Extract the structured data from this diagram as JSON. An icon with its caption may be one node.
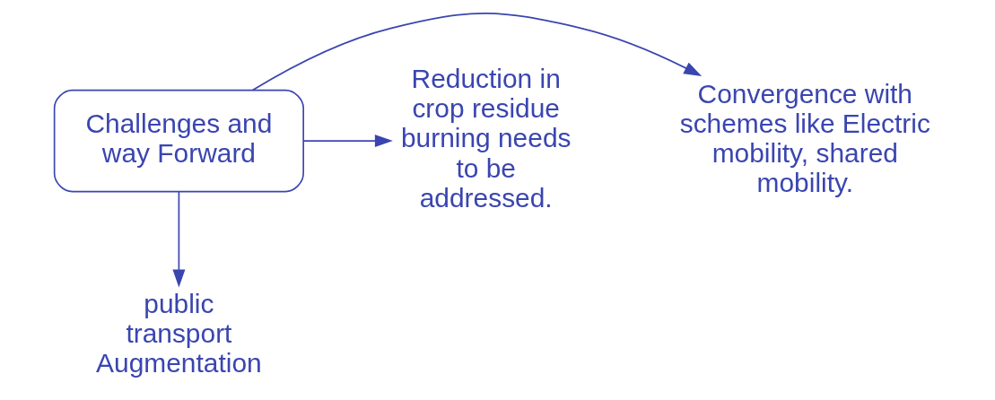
{
  "diagram": {
    "nodes": [
      {
        "text": [
          "Challenges and way Forward"
        ]
      },
      {
        "text": [
          "Convergence with schemes like Electric mobility, shared mobility."
        ]
      },
      {
        "text": [
          "public transport Augmentation"
        ]
      },
      {
        "text": [
          "Reduction in crop residue burning needs to be addressed."
        ]
      }
    ],
    "edges": [
      {
        "from": 0,
        "to": 1,
        "arrow": "to"
      },
      {
        "from": 0,
        "to": 3,
        "arrow": "to"
      },
      {
        "from": 0,
        "to": 2,
        "arrow": "to"
      }
    ]
  }
}
